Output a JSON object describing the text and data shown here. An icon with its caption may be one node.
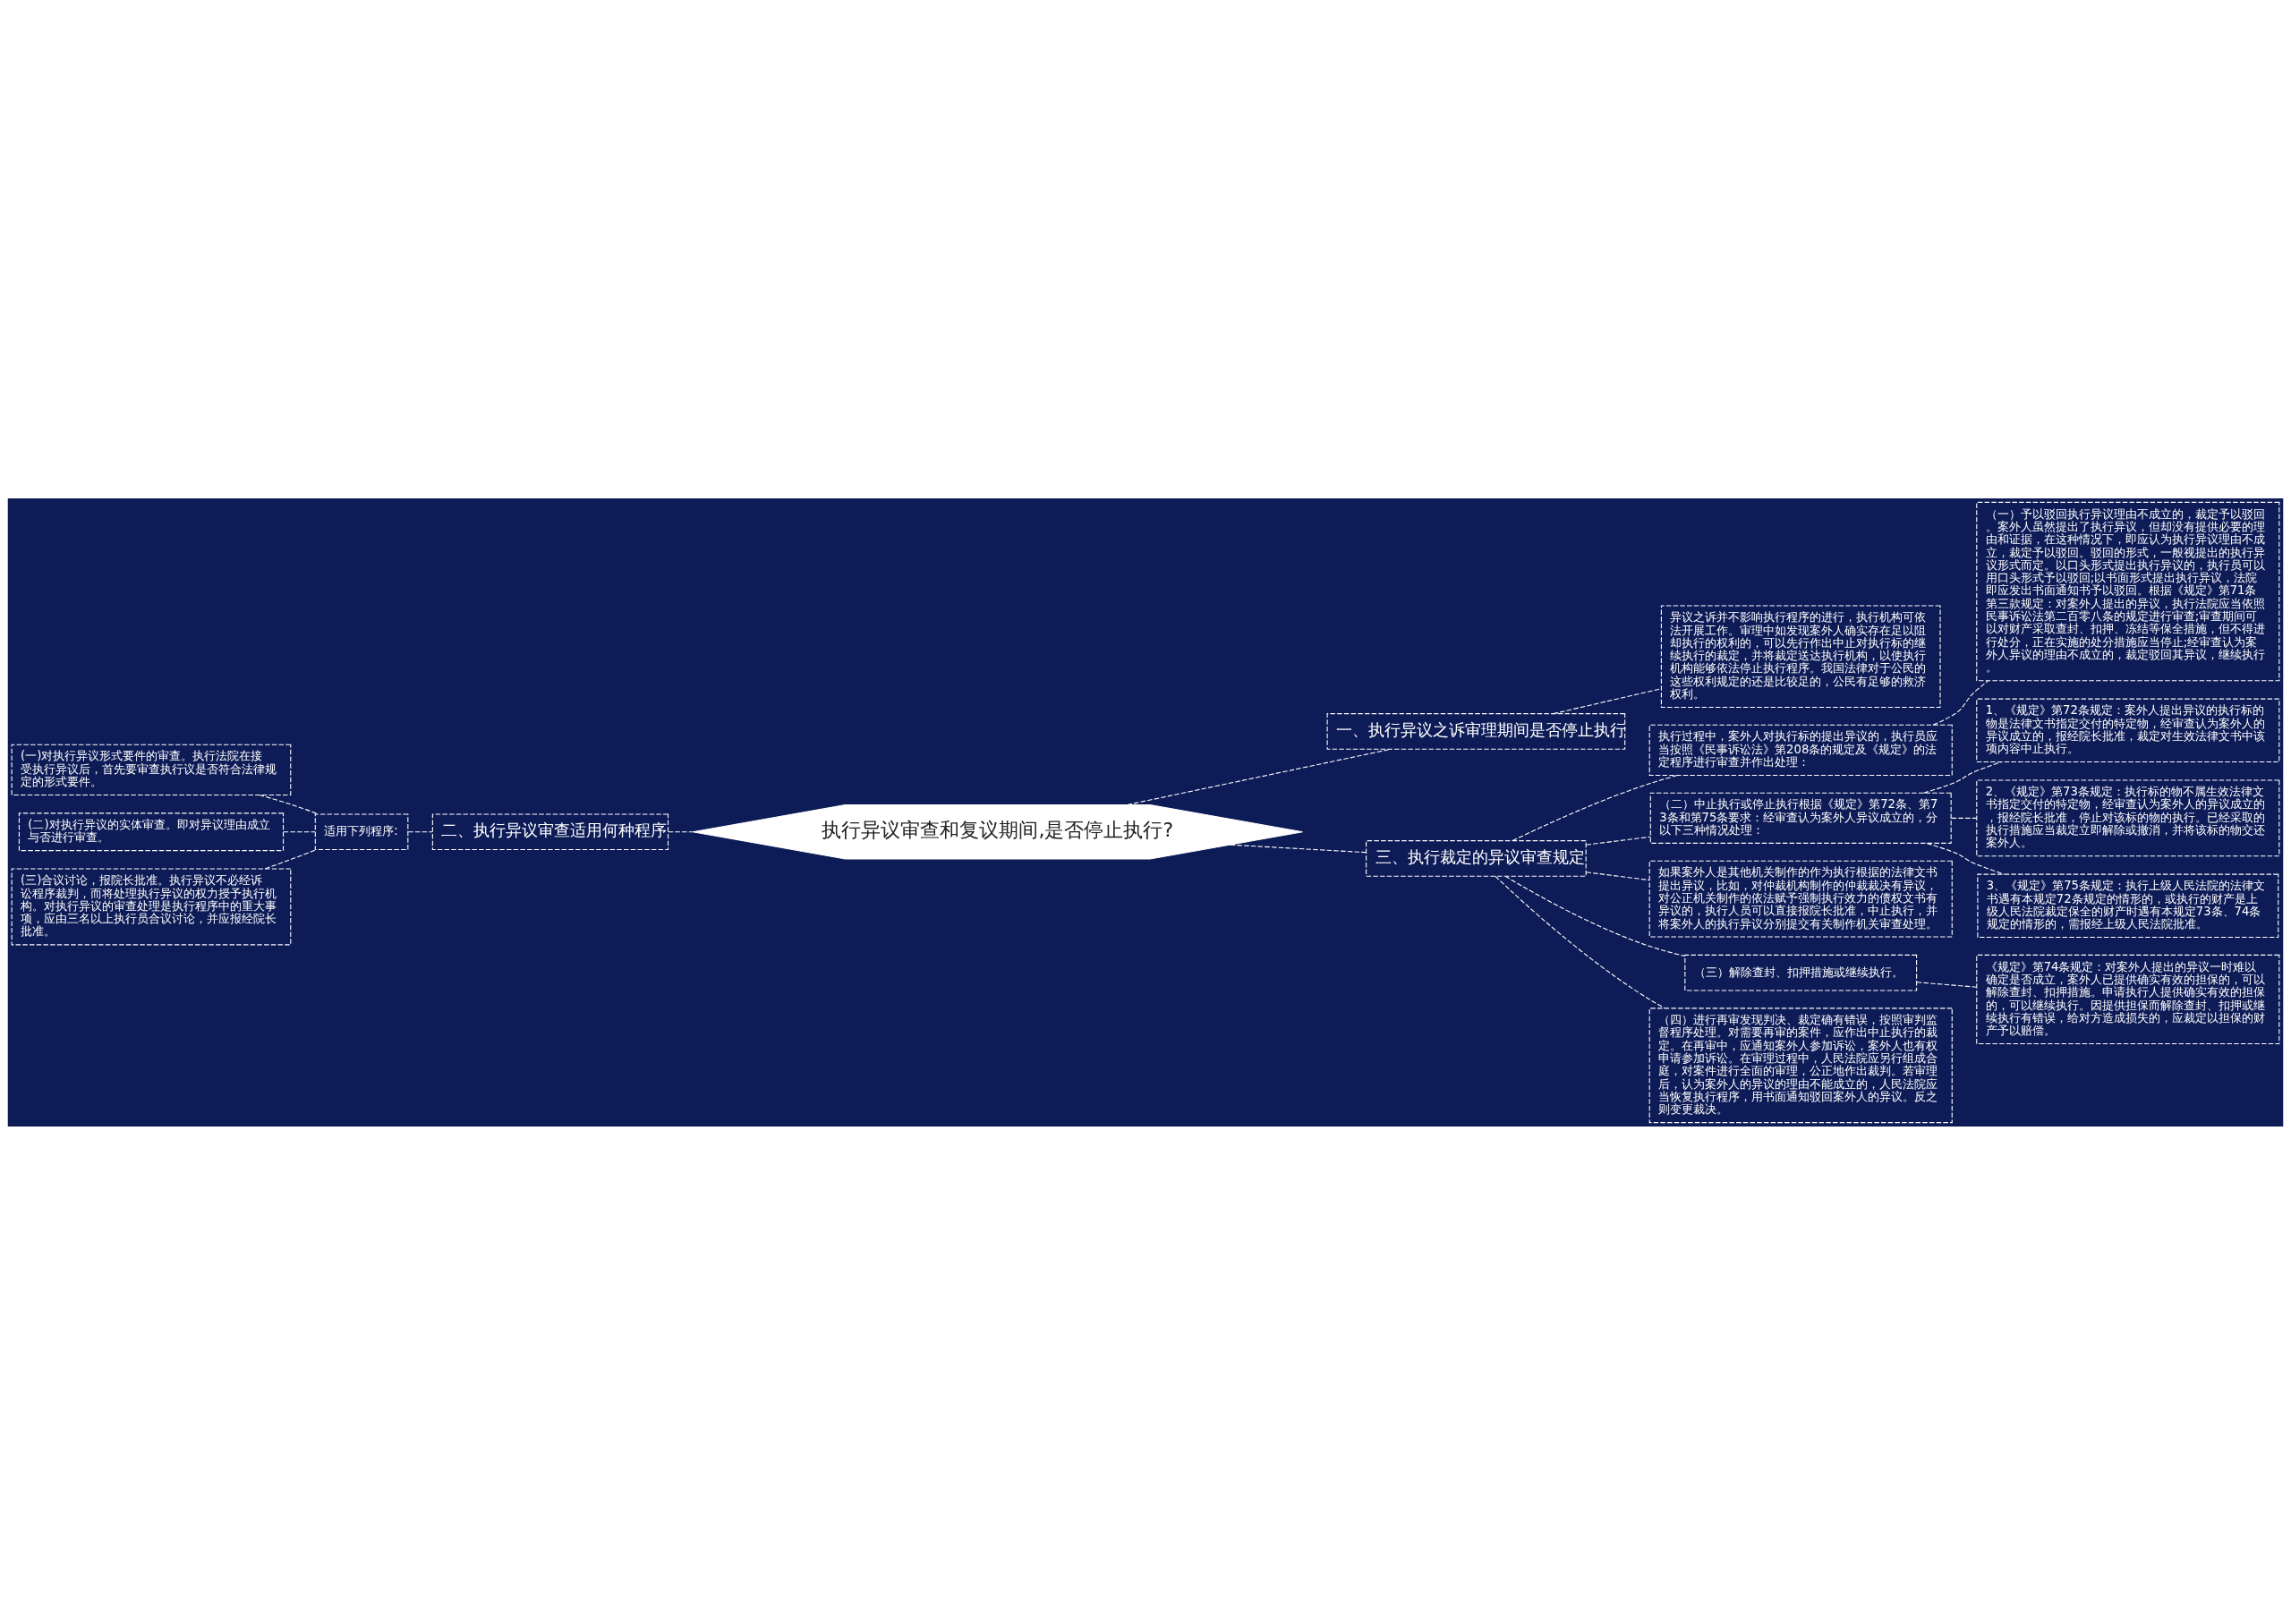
{
  "diagram": {
    "nodes": [
      {
        "text": [
          "执行异议审查和复议期间,是否停止执行?"
        ]
      },
      {
        "text": [
          "一、执行异议之诉审理期间是否停止执行"
        ]
      },
      {
        "text": [
          "异议之诉并不影响执行程序的进行，执行机构可依法开展工作。审理中如发现案外人确实存在足以阻却执行的权利的，可以先行作出中止对执行标的继续执行的裁定，并将裁定送达执行机构，以使执行机构能够依法停止执行程序。我国法律对于公民的这些权利规定的还是比较足的，公民有足够的救济权利。"
        ]
      },
      {
        "text": [
          "二、执行异议审查适用何种程序"
        ]
      },
      {
        "text": [
          "适用下列程序:"
        ]
      },
      {
        "text": [
          "(一)对执行异议形式要件的审查。执行法院在接受执行异议后，首先要审查执行议是否符合法律规定的形式要件。"
        ]
      },
      {
        "text": [
          "(二)对执行异议的实体审查。即对异议理由成立与否进行审查。"
        ]
      },
      {
        "text": [
          "(三)合议讨论，报院长批准。执行异议不必经诉讼程序裁判，而将处理执行异议的权力授予执行机构。对执行异议的审查处理是执行程序中的重大事项，应由三名以上执行员合议讨论，并应报经院长批准。"
        ]
      },
      {
        "text": [
          "三、执行裁定的异议审查规定"
        ]
      },
      {
        "text": [
          "执行过程中，案外人对执行标的提出异议的，执行员应当按照《民事诉讼法》第208条的规定及《规定》的法定程序进行审查并作出处理："
        ]
      },
      {
        "text": [
          "（一）予以驳回执行异议理由不成立的，裁定予以驳回。案外人虽然提出了执行异议，但却没有提供必要的理由和证据，在这种情况下，即应认为执行异议理由不成立，裁定予以驳回。驳回的形式，一般视提出的执行异议形式而定。以口头形式提出执行异议的，执行员可以用口头形式予以驳回;以书面形式提出执行异议，法院即应发出书面通知书予以驳回。根据《规定》第71条第三款规定：对案外人提出的异议，执行法院应当依照民事诉讼法第二百零八条的规定进行审查;审查期间可以对财产采取查封、扣押、冻结等保全措施，但不得进行处分，正在实施的处分措施应当停止;经审查认为案外人异议的理由不成立的，裁定驳回其异议，继续执行。"
        ]
      },
      {
        "text": [
          "（二）中止执行或停止执行根据《规定》第72条、第73条和第75条要求：经审查认为案外人异议成立的，分以下三种情况处理："
        ]
      },
      {
        "text": [
          "1、《规定》第72条规定：案外人提出异议的执行标的物是法律文书指定交付的特定物，经审查认为案外人的异议成立的，报经院长批准，裁定对生效法律文书中该项内容中止执行。"
        ]
      },
      {
        "text": [
          "2、《规定》第73条规定：执行标的物不属生效法律文书指定交付的特定物，经审查认为案外人的异议成立的，报经院长批准，停止对该标的物的执行。已经采取的执行措施应当裁定立即解除或撤消，并将该标的物交还案外人。"
        ]
      },
      {
        "text": [
          "3、《规定》第75条规定：执行上级人民法院的法律文书遇有本规定72条规定的情形的，或执行的财产是上级人民法院裁定保全的财产时遇有本规定73条、74条规定的情形的，需报经上级人民法院批准。"
        ]
      },
      {
        "text": [
          "如果案外人是其他机关制作的作为执行根据的法律文书提出异议，比如，对仲裁机构制作的仲裁裁决有异议，对公正机关制作的依法赋予强制执行效力的债权文书有异议的，执行人员可以直接报院长批准，中止执行，并将案外人的执行异议分别提交有关制作机关审查处理。"
        ]
      },
      {
        "text": [
          "（三）解除查封、扣押措施或继续执行。"
        ]
      },
      {
        "text": [
          "《规定》第74条规定：对案外人提出的异议一时难以确定是否成立，案外人已提供确实有效的担保的，可以解除查封、扣押措施。申请执行人提供确实有效的担保的，可以继续执行。因提供担保而解除查封、扣押或继续执行有错误，给对方造成损失的，应裁定以担保的财产予以赔偿。"
        ]
      },
      {
        "text": [
          "（四）进行再审发现判决、裁定确有错误，按照审判监督程序处理。对需要再审的案件，应作出中止执行的裁定。在再审中，应通知案外人参加诉讼，案外人也有权申请参加诉讼。在审理过程中，人民法院应另行组成合庭，对案件进行全面的审理，公正地作出裁判。若审理后，认为案外人的异议的理由不能成立的，人民法院应当恢复执行程序，用书面通知驳回案外人的异议。反之则变更裁决。"
        ]
      }
    ],
    "edges": [
      {
        "from": 0,
        "to": 1,
        "arrow": "none",
        "style": "dashed"
      },
      {
        "from": 1,
        "to": 2,
        "arrow": "none",
        "style": "dashed"
      },
      {
        "from": 0,
        "to": 3,
        "arrow": "none",
        "style": "dashed"
      },
      {
        "from": 3,
        "to": 4,
        "arrow": "none",
        "style": "dashed"
      },
      {
        "from": 4,
        "to": 5,
        "arrow": "none",
        "style": "dashed"
      },
      {
        "from": 4,
        "to": 6,
        "arrow": "none",
        "style": "dashed"
      },
      {
        "from": 4,
        "to": 7,
        "arrow": "none",
        "style": "dashed"
      },
      {
        "from": 0,
        "to": 8,
        "arrow": "none",
        "style": "dashed"
      },
      {
        "from": 8,
        "to": 9,
        "arrow": "none",
        "style": "dashed"
      },
      {
        "from": 9,
        "to": 10,
        "arrow": "none",
        "style": "dashed"
      },
      {
        "from": 8,
        "to": 11,
        "arrow": "none",
        "style": "dashed"
      },
      {
        "from": 11,
        "to": 12,
        "arrow": "none",
        "style": "dashed"
      },
      {
        "from": 11,
        "to": 13,
        "arrow": "none",
        "style": "dashed"
      },
      {
        "from": 11,
        "to": 14,
        "arrow": "none",
        "style": "dashed"
      },
      {
        "from": 8,
        "to": 15,
        "arrow": "none",
        "style": "dashed"
      },
      {
        "from": 8,
        "to": 16,
        "arrow": "none",
        "style": "dashed"
      },
      {
        "from": 16,
        "to": 17,
        "arrow": "none",
        "style": "dashed"
      },
      {
        "from": 8,
        "to": 18,
        "arrow": "none",
        "style": "dashed"
      }
    ]
  }
}
